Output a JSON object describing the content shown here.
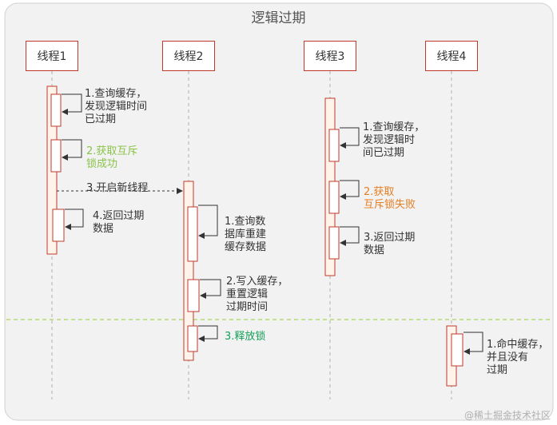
{
  "diagram": {
    "title": "逻辑过期",
    "actors": [
      "线程1",
      "线程2",
      "线程3",
      "线程4"
    ],
    "notes": {
      "t1_query": "1.查询缓存，\n发现逻辑时间\n已过期",
      "t1_lock": "2.获取互斥\n锁成功",
      "t1_start_thread": "3.开启新线程",
      "t1_return": "4.返回过期\n数据",
      "t2_rebuild": "1.查询数\n据库重建\n缓存数据",
      "t2_write": "2.写入缓存，\n重置逻辑\n过期时间",
      "t2_release": "3.释放锁",
      "t3_query": "1.查询缓存，\n发现逻辑时\n间已过期",
      "t3_lock_fail": "2.获取\n互斥锁失败",
      "t3_return": "3.返回过期\n数据",
      "t4_hit": "1.命中缓存，\n并且没有\n过期"
    },
    "watermark": "@稀土掘金技术社区"
  },
  "colors": {
    "frame_bg": "#f2f2f2",
    "frame_border": "#d0d0d0",
    "actor_border": "#c0392b",
    "activation_bg": "#fff3ea",
    "activation_border": "#c0392b",
    "lifeline": "#b0b0b0",
    "separator": "#9acd32",
    "arrow": "#333333",
    "note_green": "#8bc34a",
    "note_orange": "#e67e22",
    "note_teal": "#16a05a"
  }
}
